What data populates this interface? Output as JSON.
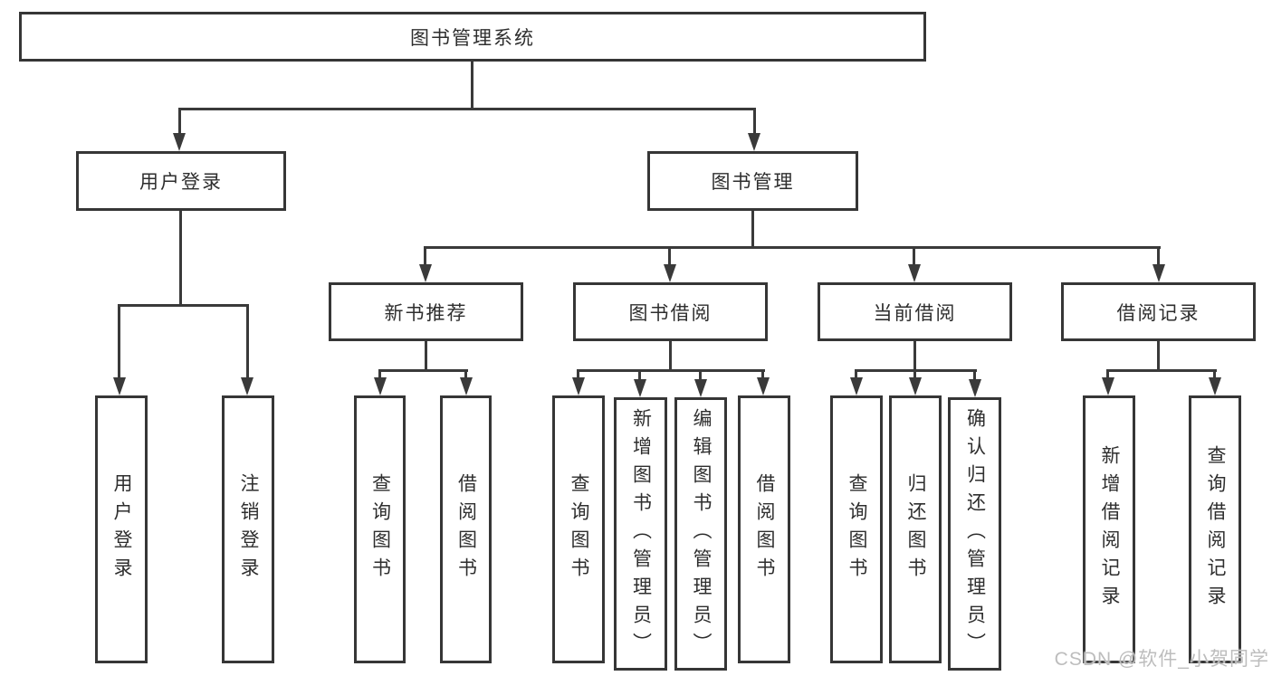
{
  "diagram": {
    "type": "tree",
    "root": {
      "label": "图书管理系统"
    },
    "level2": [
      {
        "label": "用户登录",
        "parent": "图书管理系统"
      },
      {
        "label": "图书管理",
        "parent": "图书管理系统"
      }
    ],
    "level3": [
      {
        "label": "新书推荐",
        "parent": "图书管理"
      },
      {
        "label": "图书借阅",
        "parent": "图书管理"
      },
      {
        "label": "当前借阅",
        "parent": "图书管理"
      },
      {
        "label": "借阅记录",
        "parent": "图书管理"
      }
    ],
    "leaves": [
      {
        "label": "用户登录",
        "parent": "用户登录"
      },
      {
        "label": "注销登录",
        "parent": "用户登录"
      },
      {
        "label": "查询图书",
        "parent": "新书推荐"
      },
      {
        "label": "借阅图书",
        "parent": "新书推荐"
      },
      {
        "label": "查询图书",
        "parent": "图书借阅"
      },
      {
        "label": "新增图书（管理员）",
        "parent": "图书借阅"
      },
      {
        "label": "编辑图书（管理员）",
        "parent": "图书借阅"
      },
      {
        "label": "借阅图书",
        "parent": "图书借阅"
      },
      {
        "label": "查询图书",
        "parent": "当前借阅"
      },
      {
        "label": "归还图书",
        "parent": "当前借阅"
      },
      {
        "label": "确认归还（管理员）",
        "parent": "当前借阅"
      },
      {
        "label": "新增借阅记录",
        "parent": "借阅记录"
      },
      {
        "label": "查询借阅记录",
        "parent": "借阅记录"
      }
    ]
  },
  "colors": {
    "line": "#3a3a3a",
    "box_border": "#363636",
    "box_fill": "#ffffff",
    "text": "#2e2e2e",
    "watermark": "#bdbdbd"
  },
  "watermark": {
    "text": "CSDN @软件_小贺同学"
  }
}
